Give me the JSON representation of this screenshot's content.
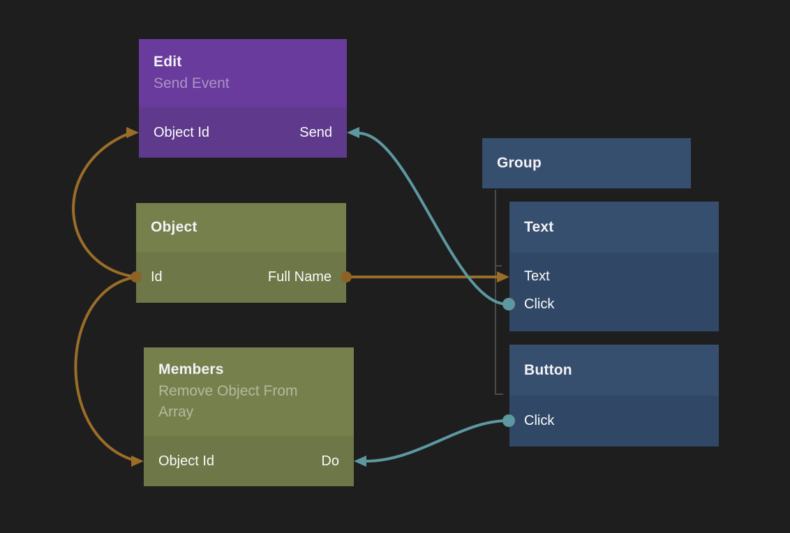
{
  "canvas": {
    "background": "#1e1e1e"
  },
  "colors": {
    "flow_orange": "#9a6d28",
    "flow_teal": "#5d98a0",
    "dot_orange": "#8c6324",
    "dot_teal": "#5d98a0",
    "tree_line": "#4c4c4c",
    "purple_header": "#683b9c",
    "purple_body": "#5f3a8c",
    "olive_header": "#76804c",
    "olive_body": "#6d7747",
    "blue_header": "#374f6e",
    "blue_body": "#304866"
  },
  "nodes": {
    "edit": {
      "title": "Edit",
      "subtitle": "Send Event",
      "ports": {
        "input": "Object Id",
        "output": "Send"
      }
    },
    "object": {
      "title": "Object",
      "ports": {
        "input": "Id",
        "output": "Full Name"
      }
    },
    "members": {
      "title": "Members",
      "subtitle": "Remove Object From Array",
      "ports": {
        "input": "Object Id",
        "output": "Do"
      }
    },
    "group": {
      "title": "Group",
      "children": [
        "Text",
        "Button"
      ]
    },
    "text": {
      "title": "Text",
      "ports": {
        "text": "Text",
        "click": "Click"
      }
    },
    "button": {
      "title": "Button",
      "ports": {
        "click": "Click"
      }
    }
  },
  "connections": [
    {
      "from": "Object.Id",
      "to": "Edit.Object Id",
      "color": "#9a6d28"
    },
    {
      "from": "Object.Id",
      "to": "Members.Object Id",
      "color": "#9a6d28"
    },
    {
      "from": "Object.Full Name",
      "to": "Text.Text",
      "color": "#9a6d28"
    },
    {
      "from": "Text.Click",
      "to": "Edit.Send",
      "color": "#5d98a0"
    },
    {
      "from": "Button.Click",
      "to": "Members.Do",
      "color": "#5d98a0"
    }
  ]
}
